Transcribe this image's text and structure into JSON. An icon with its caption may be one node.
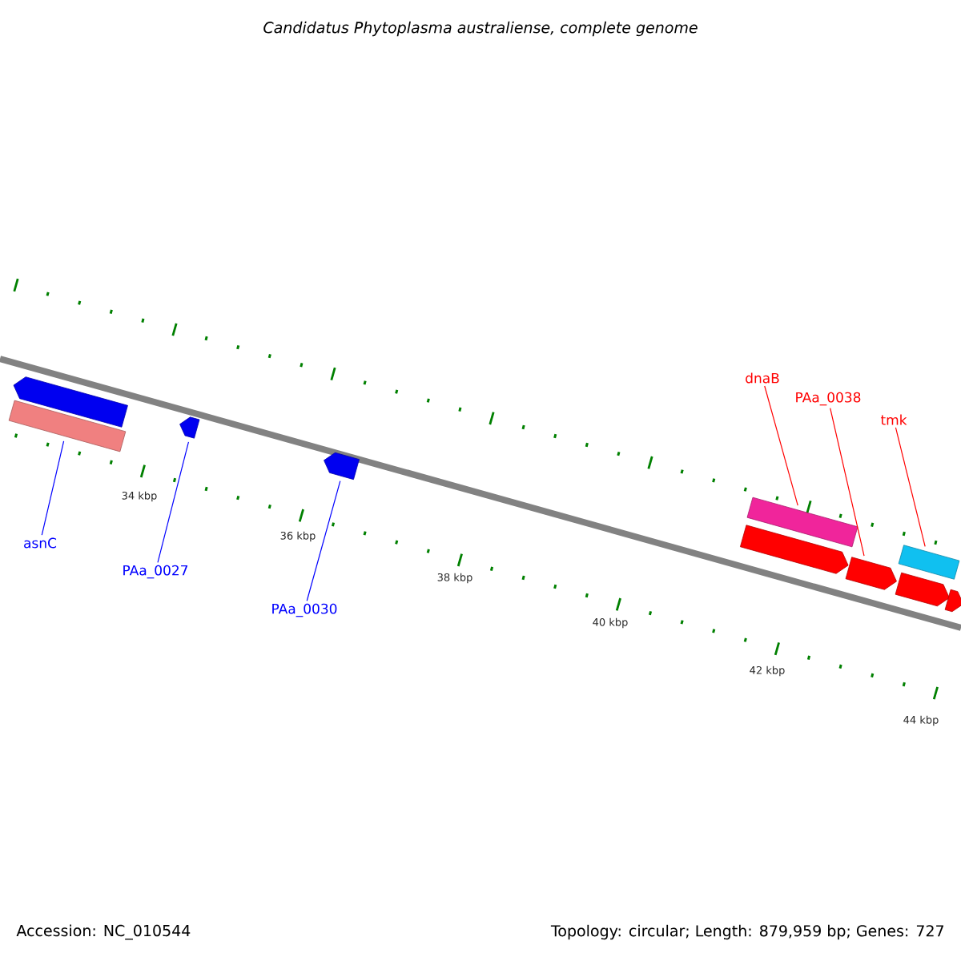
{
  "diagram": {
    "title": "Candidatus Phytoplasma australiense, complete genome",
    "nodes": [
      {
        "text": [],
        "shape": "arrow"
      },
      {
        "text": [],
        "shape": "bar"
      },
      {
        "text": [],
        "shape": "arrow"
      },
      {
        "text": [],
        "shape": "arrow"
      },
      {
        "text": [],
        "shape": "bar"
      },
      {
        "text": [],
        "shape": "arrow"
      },
      {
        "text": [],
        "shape": "arrow"
      },
      {
        "text": [],
        "shape": "arrow"
      },
      {
        "text": [],
        "shape": "arrow"
      },
      {
        "text": [],
        "shape": "bar"
      },
      {
        "text": [
          "dnaB"
        ]
      },
      {
        "text": [
          "PAa_0038"
        ]
      },
      {
        "text": [
          "tmk"
        ]
      },
      {
        "text": [
          "asnC"
        ]
      },
      {
        "text": [
          "PAa_0027"
        ]
      },
      {
        "text": [
          "PAa_0030"
        ]
      }
    ],
    "edges": [
      {
        "from": 10,
        "to": 4,
        "arrow": "none",
        "color": "#ff0000"
      },
      {
        "from": 11,
        "to": 6,
        "arrow": "none",
        "color": "#ff0000"
      },
      {
        "from": 12,
        "to": 9,
        "arrow": "none",
        "color": "#ff0000"
      },
      {
        "from": 13,
        "to": 1,
        "arrow": "none",
        "color": "#0000ff"
      },
      {
        "from": 14,
        "to": 2,
        "arrow": "none",
        "color": "#0000ff"
      },
      {
        "from": 15,
        "to": 3,
        "arrow": "none",
        "color": "#0000ff"
      }
    ],
    "labels": [
      "34 kbp",
      "36 kbp",
      "38 kbp",
      "40 kbp",
      "42 kbp",
      "44 kbp",
      "Accession: NC_010544",
      "Topology: circular; Length: 879,959 bp; Genes: 727"
    ]
  }
}
